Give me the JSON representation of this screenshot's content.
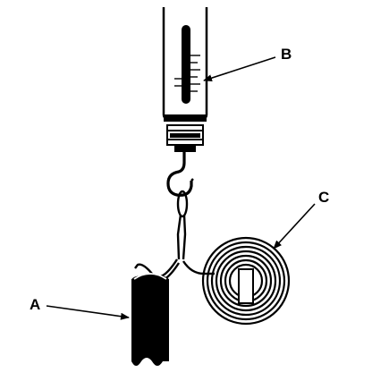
{
  "figure": {
    "labels": {
      "a": "A",
      "b": "B",
      "c": "C"
    },
    "colors": {
      "ink": "#000000",
      "paper": "#ffffff"
    },
    "icons": {
      "spring_scale": "spring-scale-icon",
      "hook": "hook-icon",
      "clock_spring": "spiral-spring-icon",
      "stud": "stud-icon"
    }
  }
}
